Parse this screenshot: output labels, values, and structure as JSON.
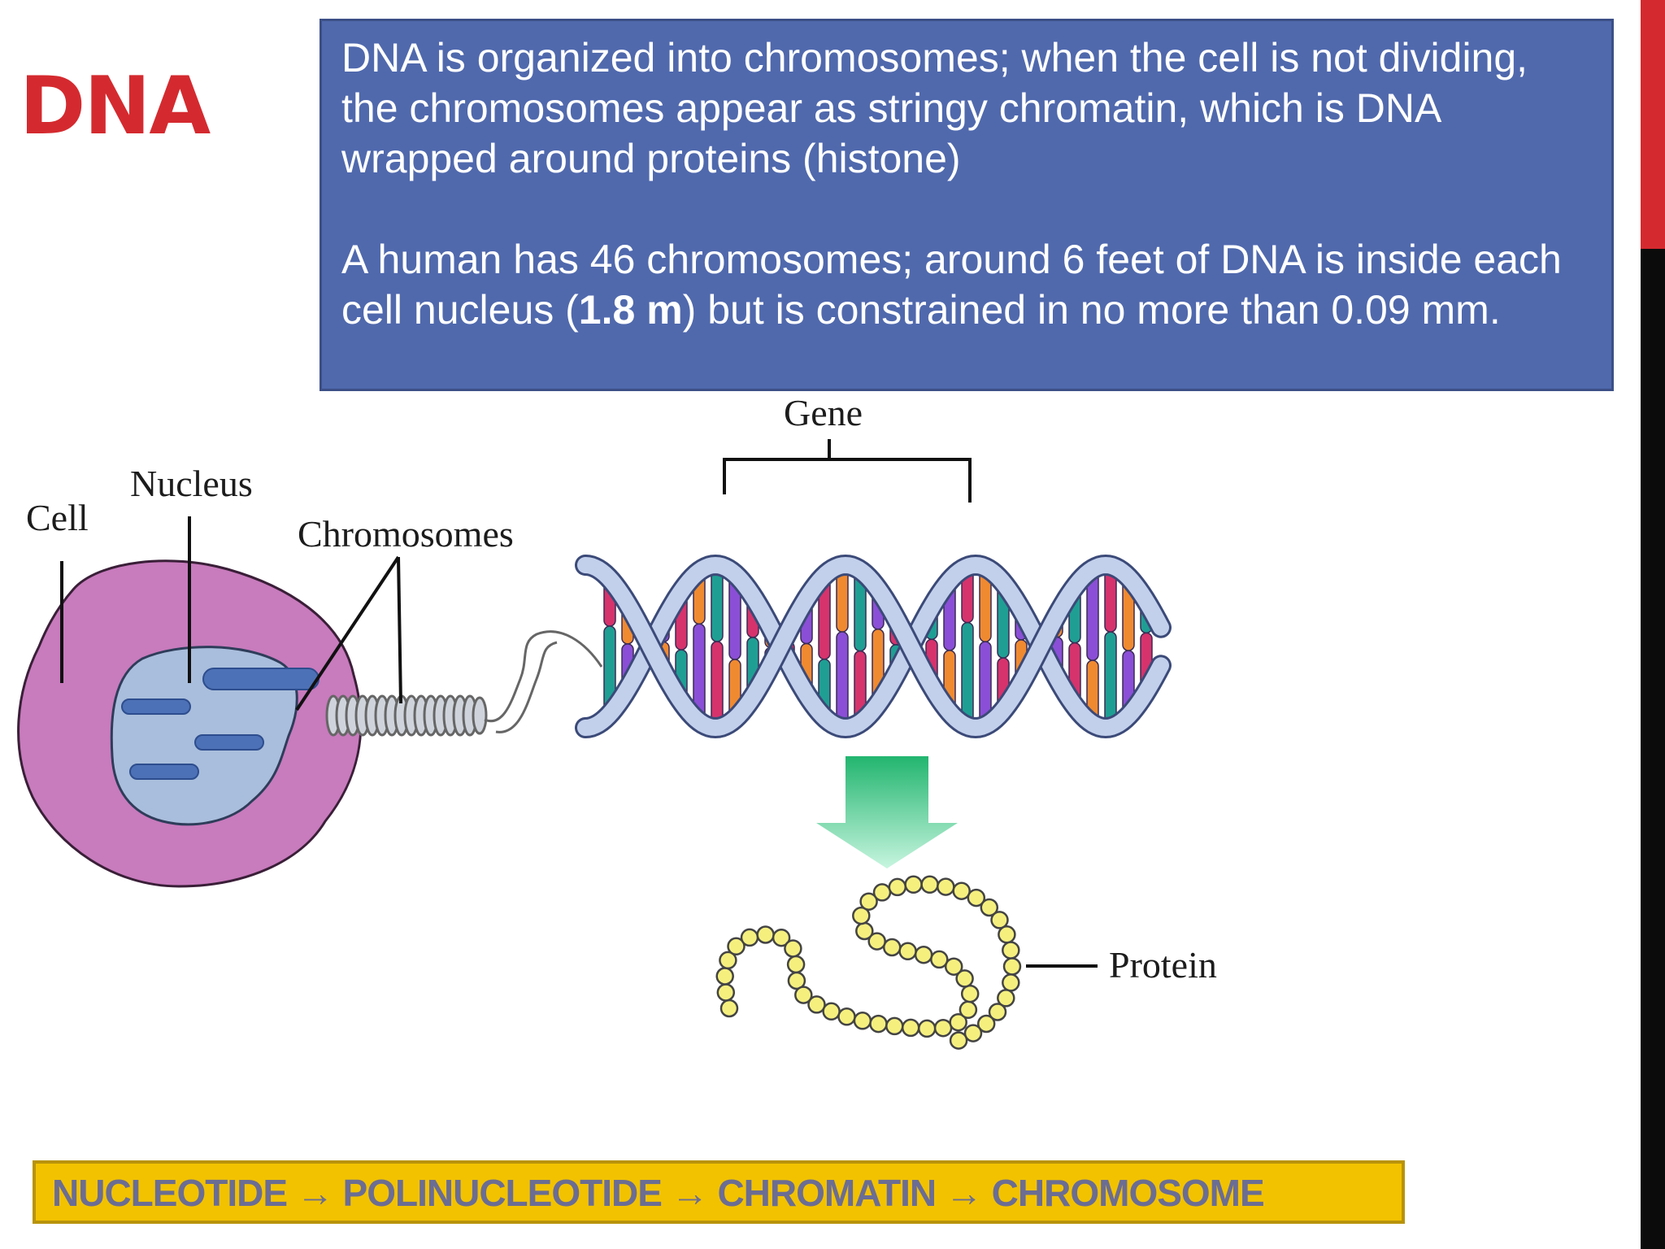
{
  "slide": {
    "title": "DNA",
    "info": {
      "para1": "DNA is organized into chromosomes; when the cell is not dividing, the chromosomes appear as stringy chromatin, which is DNA wrapped around proteins (histone)",
      "para2_a": " A human has 46 chromosomes; around 6 feet of DNA is inside each cell nucleus (",
      "para2_bold": "1.8 m",
      "para2_b": ") but is constrained in no more than 0.09 mm."
    },
    "flow": "NUCLEOTIDE → POLINUCLEOTIDE → CHROMATIN → CHROMOSOME"
  },
  "diagram": {
    "labels": {
      "cell": "Cell",
      "nucleus": "Nucleus",
      "chromosomes": "Chromosomes",
      "gene": "Gene",
      "protein": "Protein"
    },
    "colors": {
      "cell": "#c87bbd",
      "nucleus": "#a9bedc",
      "chromosome": "#4d71b6",
      "helix_strand": "#c3d0ec",
      "arrow": "#33c784",
      "protein_bead": "#f5f07e",
      "base_colors": [
        "#d6336c",
        "#f08a30",
        "#1f9f94",
        "#8a4fd6"
      ]
    }
  }
}
